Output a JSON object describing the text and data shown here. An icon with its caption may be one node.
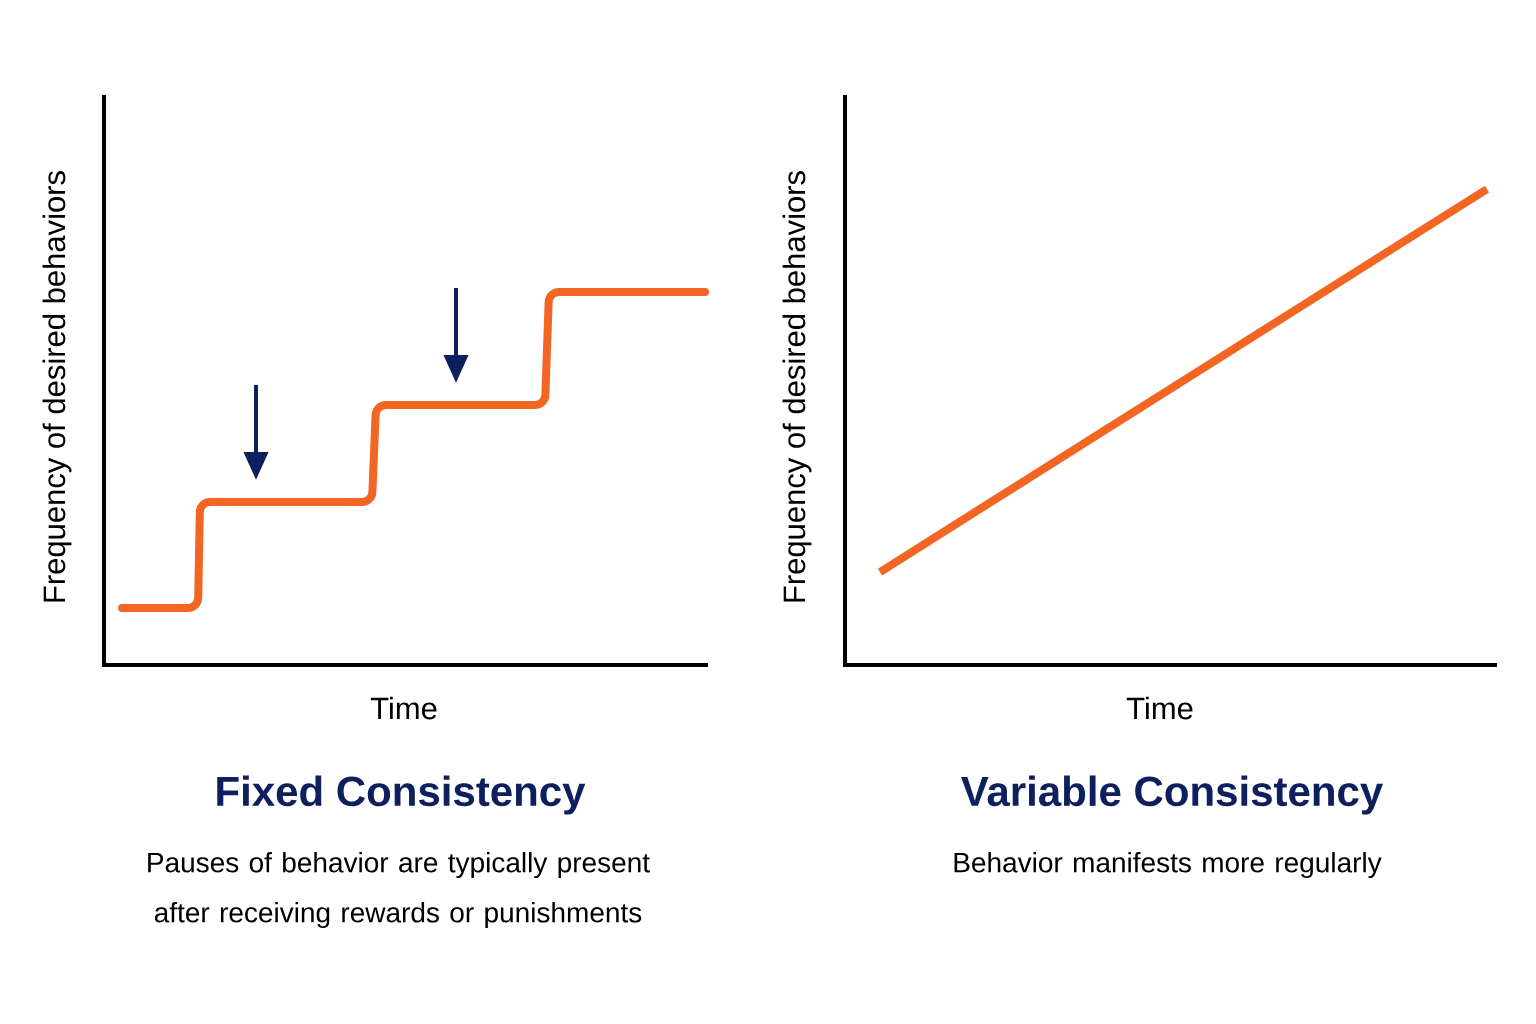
{
  "diagram": {
    "labels": [
      "Frequency of desired behaviors",
      "Frequency of desired behaviors",
      "Time",
      "Time",
      "Fixed Consistency",
      "Variable Consistency",
      "Pauses of behavior are typically present after receiving rewards or punishments",
      "Behavior manifests more regularly"
    ]
  }
}
